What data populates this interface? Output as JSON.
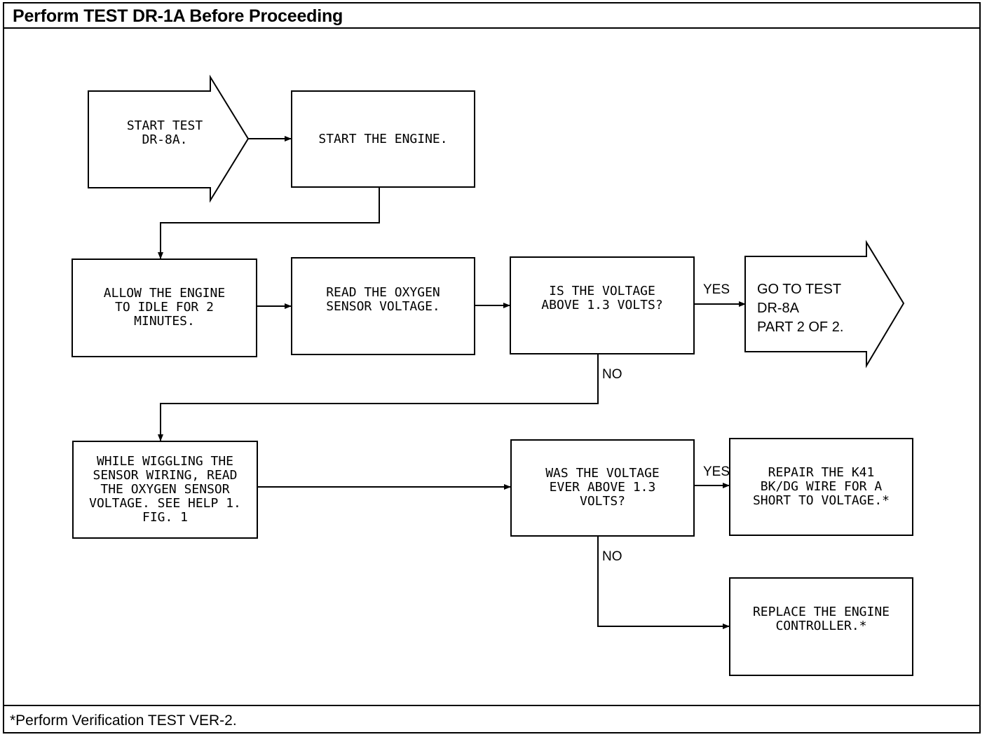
{
  "header": {
    "title": "Perform TEST DR-1A Before Proceeding"
  },
  "footer": {
    "note": "*Perform Verification TEST VER-2."
  },
  "steps": {
    "start_test": "START TEST\nDR-8A.",
    "start_engine": "START THE ENGINE.",
    "allow_idle": "ALLOW THE ENGINE\nTO IDLE FOR 2\nMINUTES.",
    "read_voltage": "READ THE OXYGEN\nSENSOR VOLTAGE.",
    "is_voltage_above": "IS THE VOLTAGE\nABOVE 1.3 VOLTS?",
    "goto_test": "GO TO TEST\nDR-8A\nPART 2 OF 2.",
    "wiggle_wiring": "WHILE WIGGLING THE\nSENSOR WIRING, READ\nTHE OXYGEN SENSOR\nVOLTAGE. SEE HELP 1.\nFIG. 1",
    "was_voltage_above": "WAS THE VOLTAGE\nEVER ABOVE 1.3\nVOLTS?",
    "repair_wire": "REPAIR THE K41\nBK/DG WIRE FOR A\nSHORT TO VOLTAGE.*",
    "replace_controller": "REPLACE THE ENGINE\nCONTROLLER.*"
  },
  "branches": {
    "yes1": "YES",
    "no1": "NO",
    "yes2": "YES",
    "no2": "NO"
  }
}
